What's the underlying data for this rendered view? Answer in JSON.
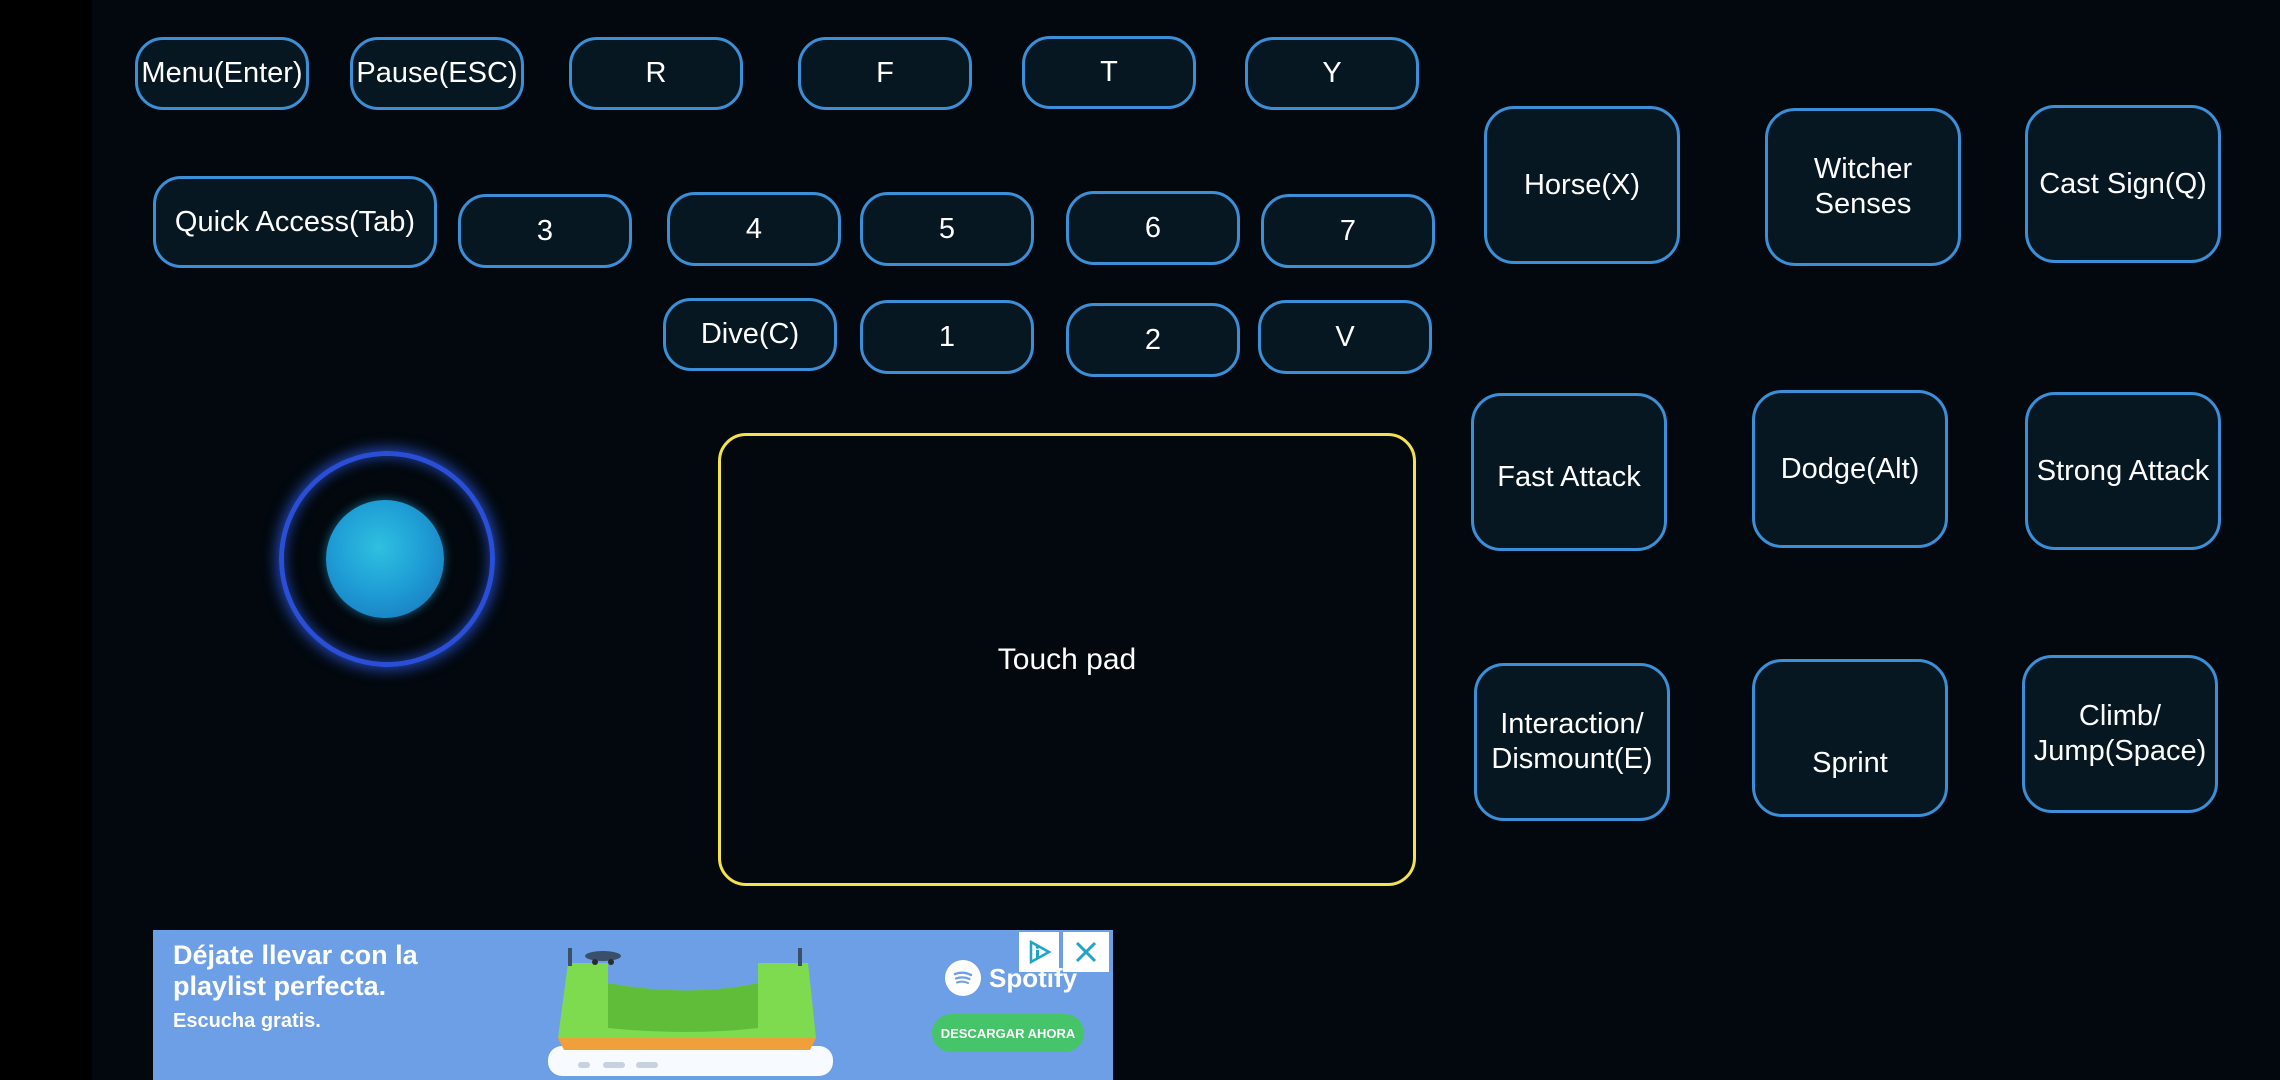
{
  "top_keys": [
    "Menu(Enter)",
    "Pause(ESC)",
    "R",
    "F",
    "T",
    "Y"
  ],
  "row2_keys": [
    "Quick Access(Tab)",
    "3",
    "4",
    "5",
    "6",
    "7"
  ],
  "row3_keys": [
    "Dive(C)",
    "1",
    "2",
    "V"
  ],
  "actions": {
    "horse": "Horse(X)",
    "witcher_senses": "Witcher Senses",
    "cast_sign": "Cast Sign(Q)",
    "fast_attack": "Fast Attack",
    "dodge": "Dodge(Alt)",
    "strong_attack": "Strong Attack",
    "interaction": "Interaction/ Dismount(E)",
    "sprint": "Sprint",
    "climb_jump": "Climb/ Jump(Space)"
  },
  "touchpad": {
    "label": "Touch pad"
  },
  "ad": {
    "headline": "Déjate llevar con la playlist perfecta.",
    "subtext": "Escucha gratis.",
    "brand": "Spotify",
    "cta": "DESCARGAR AHORA"
  },
  "colors": {
    "background": "#02080d",
    "button_border": "#3b8fd6",
    "touchpad_border": "#f2e34a",
    "joystick_ring": "#2a4fd6",
    "joystick_knob": "#1f9fd6",
    "ad_background": "#6d9fe6",
    "ad_cta": "#45c46a"
  },
  "icons": [
    "joystick-icon",
    "adchoices-icon",
    "close-icon",
    "spotify-icon"
  ]
}
